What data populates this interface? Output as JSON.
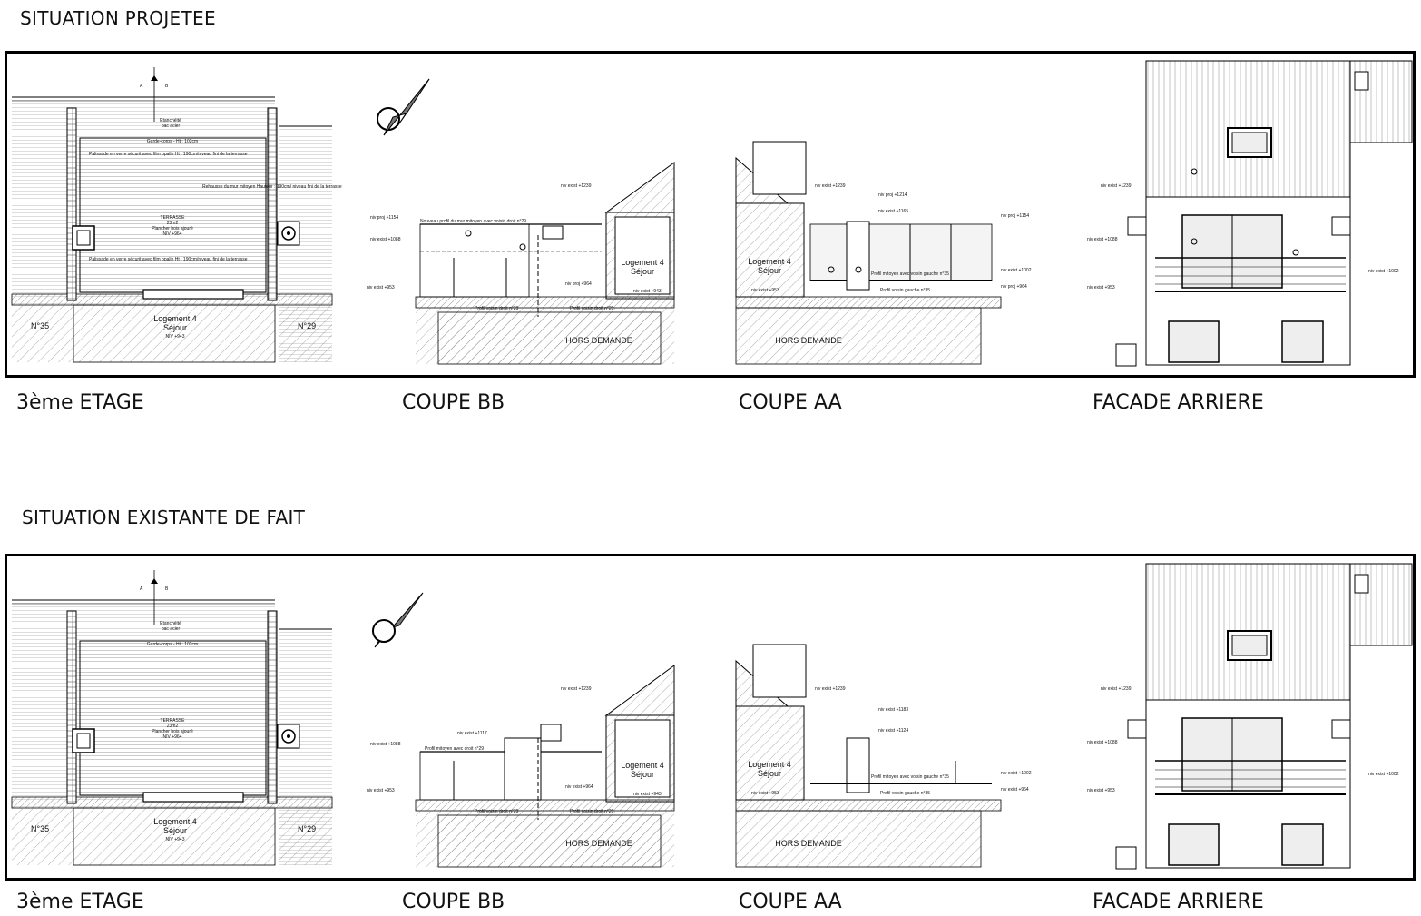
{
  "sections": [
    {
      "title": "SITUATION PROJETEE",
      "captions": {
        "plan": "3ème ETAGE",
        "coupe_bb": "COUPE BB",
        "coupe_aa": "COUPE AA",
        "facade": "FACADE ARRIERE"
      },
      "plan": {
        "marker_a": "A",
        "marker_b": "B",
        "neighbor_left": "N°35",
        "neighbor_right": "N°29",
        "room_name": "Logement 4",
        "room_sub": "Séjour",
        "room_level": "NIV +943",
        "terrace_title": "TERRASSE",
        "terrace_area": "23m2",
        "terrace_floor": "Plancher bois ajouré",
        "terrace_level": "NIV +964",
        "note_etancheite": "Etanchéité",
        "note_toiture": "bac acier",
        "note_garde_corps": "Garde-corps - Ht : 102cm",
        "note_palissade_top": "Palissade en verre sécurit avec film opalin Ht : 190cm/niveau fini de la terrasse",
        "note_palissade_bottom": "Palissade en verre sécurit avec film opalin Ht : 190cm/niveau fini de la terrasse",
        "note_rehausse": "Rehausse du mur mitoyen Hauteur : 190cm/ niveau fini de la terrasse"
      },
      "coupe_bb": {
        "room_name": "Logement 4",
        "room_sub": "Séjour",
        "hors": "HORS DEMANDE",
        "levels": [
          "niv exist +1239",
          "niv proj +1154",
          "niv exist +1088",
          "niv exist +953",
          "niv proj +964",
          "niv exist +943"
        ],
        "note_top": "Nouveau profil du mur mitoyen avec voisin droit n°29",
        "note_bottom_left": "Profil voisin droit n°29",
        "note_bottom_right": "Profil voisin droit n°29"
      },
      "coupe_aa": {
        "room_name": "Logement 4",
        "room_sub": "Séjour",
        "hors": "HORS DEMANDE",
        "levels": [
          "niv exist +1239",
          "niv proj +1214",
          "niv exist +1165",
          "niv proj +1154",
          "niv exist +1002",
          "niv exist +953",
          "niv proj +964"
        ],
        "note_profil": "Profil mitoyen avec voisin gauche n°35",
        "note_profil2": "Profil voisin gauche n°35"
      },
      "facade": {
        "levels": [
          "niv exist +1239",
          "niv exist +1088",
          "niv exist +953",
          "niv exist +1002"
        ]
      }
    },
    {
      "title": "SITUATION EXISTANTE DE FAIT",
      "captions": {
        "plan": "3ème ETAGE",
        "coupe_bb": "COUPE BB",
        "coupe_aa": "COUPE AA",
        "facade": "FACADE ARRIERE"
      },
      "plan": {
        "marker_a": "A",
        "marker_b": "B",
        "neighbor_left": "N°35",
        "neighbor_right": "N°29",
        "room_name": "Logement 4",
        "room_sub": "Séjour",
        "room_level": "NIV +943",
        "terrace_title": "TERRASSE",
        "terrace_area": "23m2",
        "terrace_floor": "Plancher bois ajouré",
        "terrace_level": "NIV +964",
        "note_etancheite": "Etanchéité",
        "note_toiture": "bac acier",
        "note_garde_corps": "Garde-corps - Ht : 102cm",
        "note_palissade_top": "",
        "note_palissade_bottom": "",
        "note_rehausse": ""
      },
      "coupe_bb": {
        "room_name": "Logement 4",
        "room_sub": "Séjour",
        "hors": "HORS DEMANDE",
        "levels": [
          "niv exist +1239",
          "niv exist +1117",
          "niv exist +1088",
          "niv exist +953",
          "niv exist +964",
          "niv exist +943"
        ],
        "note_top": "Profil mitoyen avec droit n°29",
        "note_bottom_left": "Profil voisin droit n°29",
        "note_bottom_right": "Profil voisin droit n°29"
      },
      "coupe_aa": {
        "room_name": "Logement 4",
        "room_sub": "Séjour",
        "hors": "HORS DEMANDE",
        "levels": [
          "niv exist +1239",
          "niv exist +1183",
          "niv exist +1124",
          "niv exist +1002",
          "niv exist +953",
          "niv exist +964"
        ],
        "note_profil": "Profil mitoyen avec voisin gauche n°35",
        "note_profil2": "Profil voisin gauche n°35"
      },
      "facade": {
        "levels": [
          "niv exist +1239",
          "niv exist +1088",
          "niv exist +953",
          "niv exist +1002"
        ]
      }
    }
  ]
}
